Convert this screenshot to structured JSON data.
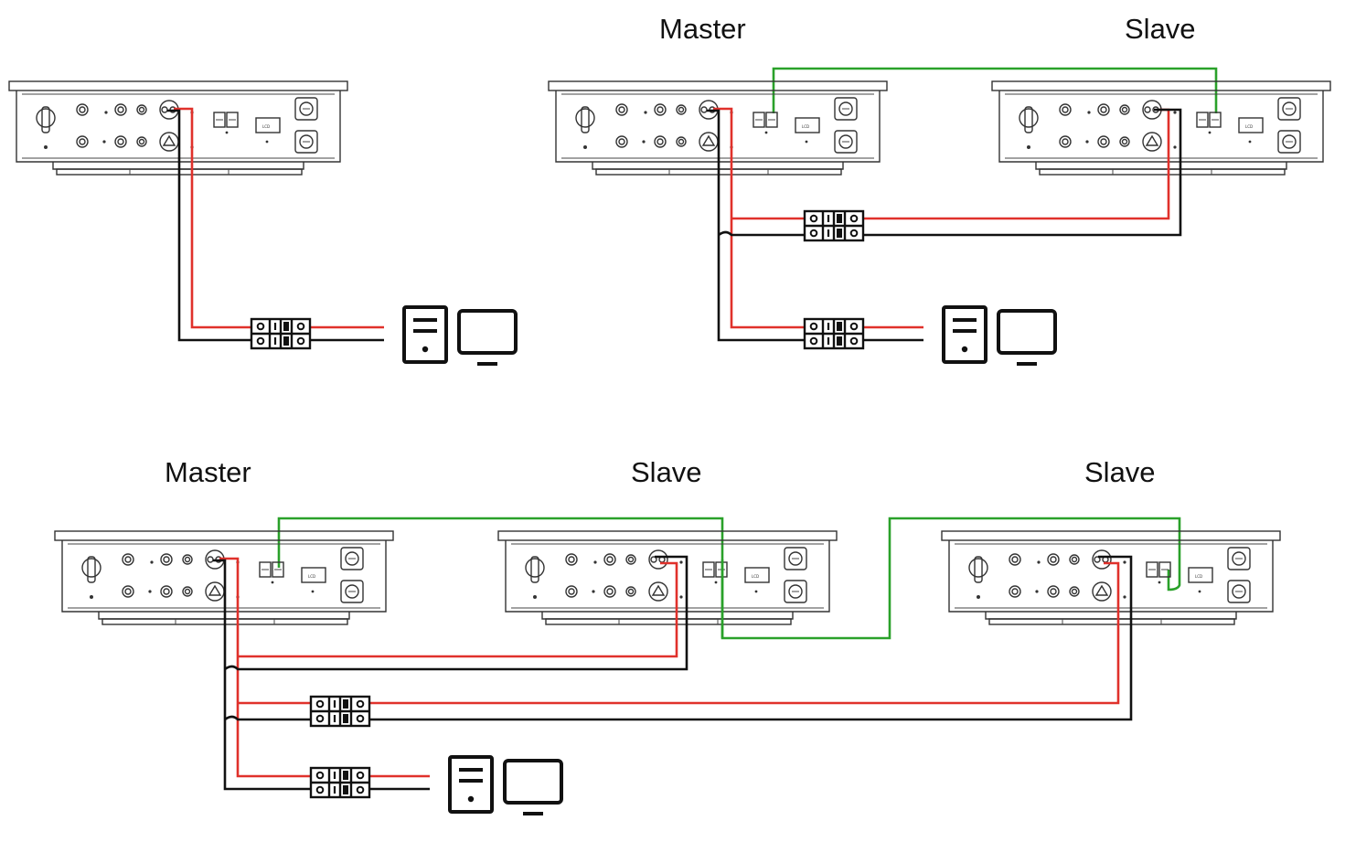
{
  "labels": {
    "top_master": "Master",
    "top_slave": "Slave",
    "bottom_master": "Master",
    "bottom_slave_1": "Slave",
    "bottom_slave_2": "Slave"
  },
  "colors": {
    "dc_positive": "#e0312b",
    "dc_negative": "#111111",
    "communication": "#2aa12a",
    "outline": "#333333"
  },
  "icons": {
    "battery_unit": "battery-unit-icon",
    "breaker": "breaker-icon",
    "load_tower": "computer-tower-icon",
    "load_monitor": "monitor-icon"
  }
}
